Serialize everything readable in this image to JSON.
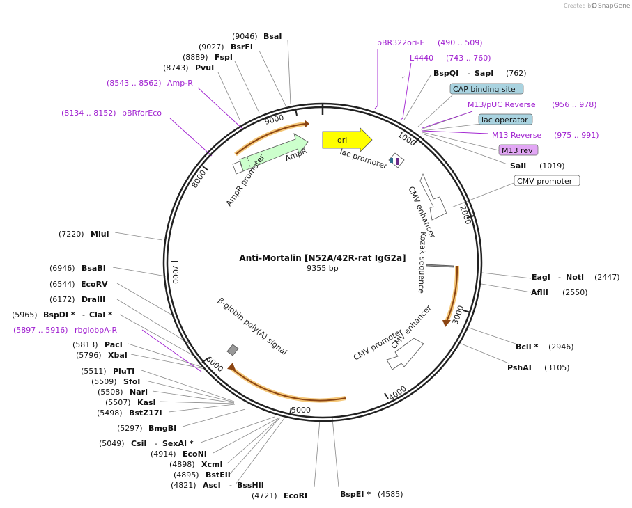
{
  "brand": {
    "created_by": "Created by",
    "name": "SnapGene"
  },
  "plasmid": {
    "name": "Anti-Mortalin [N52A/42R-rat IgG2a]",
    "length": "9355 bp"
  },
  "ticks": {
    "t1000": "1000",
    "t2000": "2000",
    "t3000": "3000",
    "t4000": "4000",
    "t5000": "5000",
    "t6000": "6000",
    "t7000": "7000",
    "t8000": "8000",
    "t9000": "9000"
  },
  "features": {
    "ori": "ori",
    "ampr": "AmpR",
    "ampr_promoter": "AmpR promoter",
    "lac_promoter": "lac promoter",
    "cmv_enhancer_1": "CMV enhancer",
    "kozak": "Kozak sequence",
    "cmv_enhancer_2": "CMV enhancer",
    "cmv_promoter_2": "CMV promoter",
    "bglobin": "β-globin poly(A) signal"
  },
  "boxed_labels": {
    "cap": "CAP binding site",
    "lac_operator": "lac operator",
    "m13_rev": "M13 rev",
    "cmv_promoter": "CMV promoter"
  },
  "primers": {
    "pbr322": {
      "name": "pBR322ori-F",
      "range": "(490 .. 509)"
    },
    "l4440": {
      "name": "L4440",
      "range": "(743 .. 760)"
    },
    "m13puc": {
      "name": "M13/pUC Reverse",
      "range": "(956 .. 978)"
    },
    "m13rev": {
      "name": "M13 Reverse",
      "range": "(975 .. 991)"
    },
    "ampr": {
      "name": "Amp-R",
      "range": "(8543 .. 8562)"
    },
    "pbrfor": {
      "name": "pBRforEco",
      "range": "(8134 .. 8152)"
    },
    "rbglob": {
      "name": "rbglobpA-R",
      "range": "(5897 .. 5916)"
    }
  },
  "sites": {
    "bsai": {
      "name": "BsaI",
      "pos": "(9046)"
    },
    "bsrfi": {
      "name": "BsrFI",
      "pos": "(9027)"
    },
    "fspi": {
      "name": "FspI",
      "pos": "(8889)"
    },
    "pvui": {
      "name": "PvuI",
      "pos": "(8743)"
    },
    "bspqi": {
      "name": "BspQI",
      "sep": "-",
      "name2": "SapI",
      "pos": "(762)"
    },
    "sali": {
      "name": "SalI",
      "pos": "(1019)"
    },
    "eagi": {
      "name": "EagI",
      "sep": "-",
      "name2": "NotI",
      "pos": "(2447)"
    },
    "aflii": {
      "name": "AflII",
      "pos": "(2550)"
    },
    "bcli": {
      "name": "BclI *",
      "pos": "(2946)"
    },
    "pshai": {
      "name": "PshAI",
      "pos": "(3105)"
    },
    "mlui": {
      "name": "MluI",
      "pos": "(7220)"
    },
    "bsabi": {
      "name": "BsaBI",
      "pos": "(6946)"
    },
    "ecorv": {
      "name": "EcoRV",
      "pos": "(6544)"
    },
    "draiii": {
      "name": "DraIII",
      "pos": "(6172)"
    },
    "bspdi": {
      "name": "BspDI *",
      "sep": "-",
      "name2": "ClaI *",
      "pos": "(5965)"
    },
    "paci": {
      "name": "PacI",
      "pos": "(5813)"
    },
    "xbai": {
      "name": "XbaI",
      "pos": "(5796)"
    },
    "pluti": {
      "name": "PluTI",
      "pos": "(5511)"
    },
    "sfoi": {
      "name": "SfoI",
      "pos": "(5509)"
    },
    "nari": {
      "name": "NarI",
      "pos": "(5508)"
    },
    "kasi": {
      "name": "KasI",
      "pos": "(5507)"
    },
    "bstz17i": {
      "name": "BstZ17I",
      "pos": "(5498)"
    },
    "bmgbi": {
      "name": "BmgBI",
      "pos": "(5297)"
    },
    "csii": {
      "name": "CsiI",
      "sep": "-",
      "name2": "SexAI *",
      "pos": "(5049)"
    },
    "econi": {
      "name": "EcoNI",
      "pos": "(4914)"
    },
    "xcmi": {
      "name": "XcmI",
      "pos": "(4898)"
    },
    "bsteii": {
      "name": "BstEII",
      "pos": "(4895)"
    },
    "asci": {
      "name": "AscI",
      "sep": "-",
      "name2": "BssHII",
      "pos": "(4821)"
    },
    "ecori": {
      "name": "EcoRI",
      "pos": "(4721)"
    },
    "bspei": {
      "name": "BspEI *",
      "pos": "(4585)"
    }
  },
  "colors": {
    "primer": "#a020d0",
    "ori": "#ffff00",
    "ampr": "#ccffcc",
    "orf_highlight": "#f5c87a",
    "orf_line": "#8b4513",
    "box_blue": "#a9d3e0",
    "box_purple": "#e2a6f5"
  }
}
